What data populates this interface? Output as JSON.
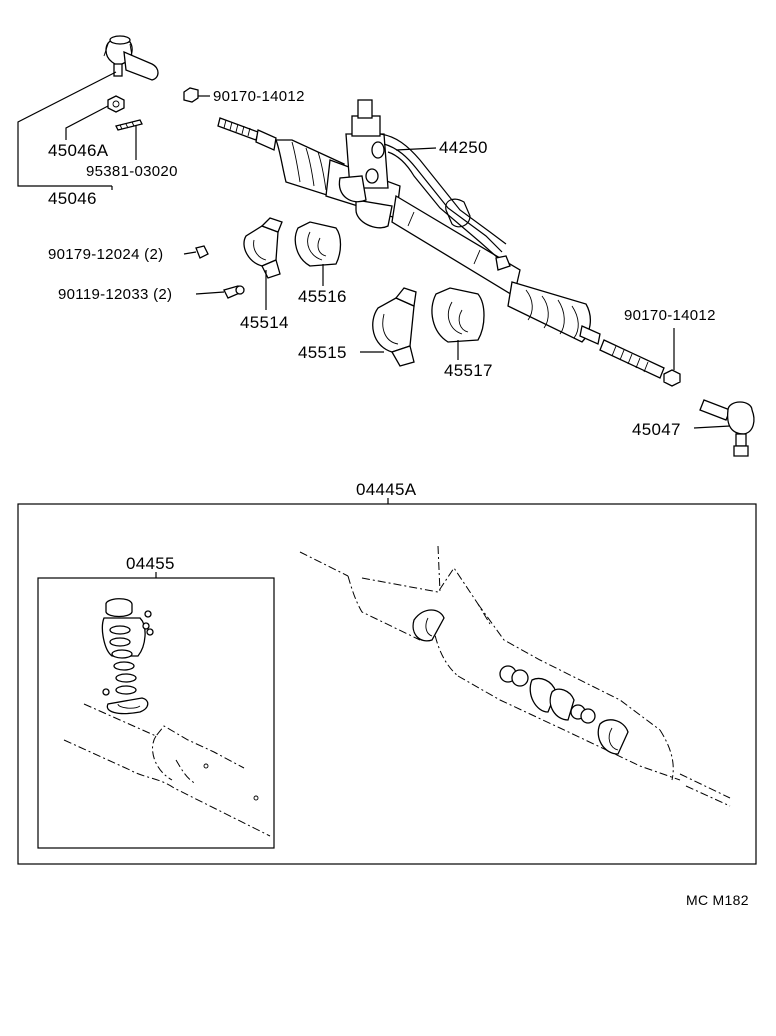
{
  "labels": {
    "p45046A": "45046A",
    "p95381": "95381-03020",
    "p45046": "45046",
    "p90170a": "90170-14012",
    "p44250": "44250",
    "p90179": "90179-12024 (2)",
    "p90119": "90119-12033 (2)",
    "p45516": "45516",
    "p45514": "45514",
    "p45515": "45515",
    "p45517": "45517",
    "p90170b": "90170-14012",
    "p45047": "45047",
    "p04445A": "04445A",
    "p04455": "04455",
    "code": "MC M182"
  }
}
